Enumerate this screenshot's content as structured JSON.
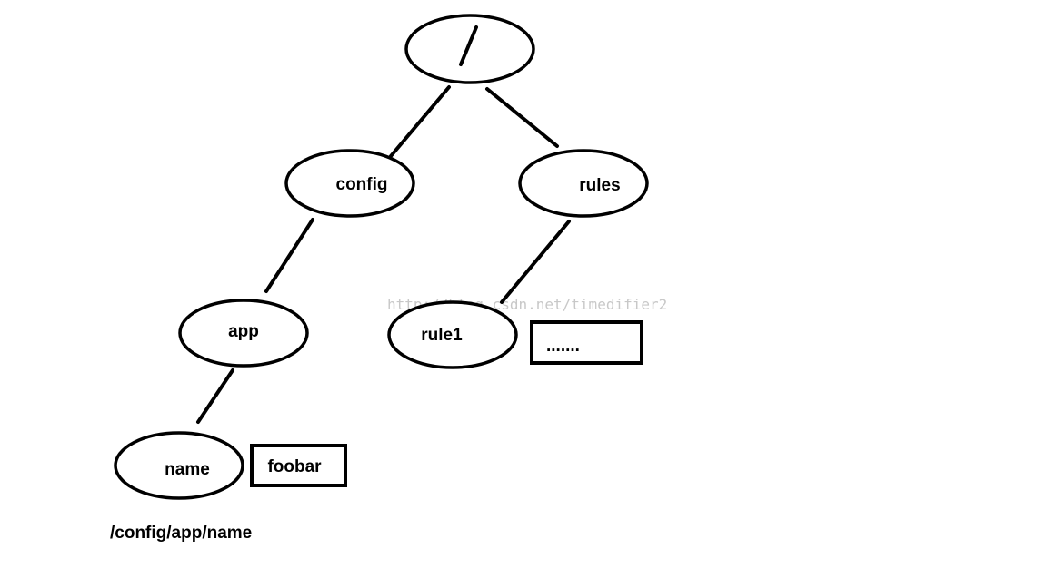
{
  "tree": {
    "root_label": "/",
    "nodes": {
      "config": "config",
      "rules": "rules",
      "app": "app",
      "rule1": "rule1",
      "name": "name"
    },
    "values": {
      "name_value": "foobar",
      "rule1_value": "......."
    }
  },
  "caption": "/config/app/name",
  "watermark": "http://blog.csdn.net/timedifier2",
  "colors": {
    "stroke": "#000000",
    "background": "#ffffff",
    "watermark": "#c8c8c8"
  }
}
